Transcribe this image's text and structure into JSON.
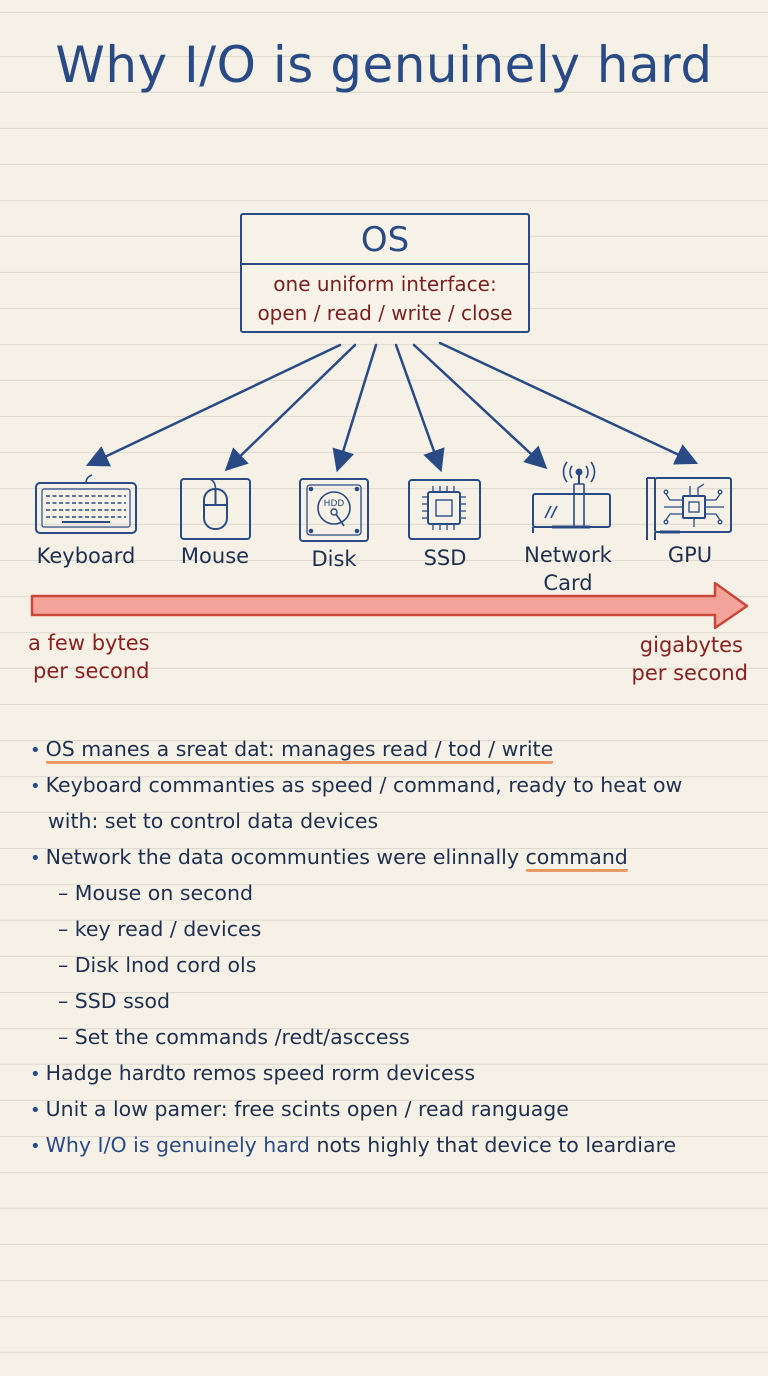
{
  "title": "Why I/O is genuinely hard",
  "os": {
    "label": "OS",
    "interface_line1": "one uniform interface:",
    "interface_line2": "open / read / write / close"
  },
  "devices": [
    {
      "label": "Keyboard",
      "icon": "keyboard-icon"
    },
    {
      "label": "Mouse",
      "icon": "mouse-icon"
    },
    {
      "label": "Disk",
      "icon": "disk-icon"
    },
    {
      "label": "SSD",
      "icon": "ssd-icon"
    },
    {
      "label_line1": "Network",
      "label_line2": "Card",
      "icon": "network-card-icon"
    },
    {
      "label": "GPU",
      "icon": "gpu-icon"
    }
  ],
  "disk_icon_text": "HDD",
  "speed": {
    "low_line1": "a few bytes",
    "low_line2": "per second",
    "high_line1": "gigabytes",
    "high_line2": "per second"
  },
  "notes": [
    {
      "text": "OS manes a sreat dat: manages read / tod / write"
    },
    {
      "text": "Keyboard commanties as speed / command, ready to heat ow"
    },
    {
      "text": "with: set to control data devices"
    },
    {
      "text_a": "Network the data o",
      "text_b": "communties were elinnally ",
      "text_c": "command"
    },
    {
      "text": "– Mouse on second"
    },
    {
      "text": "– key read / devices"
    },
    {
      "text": "– Disk lnod cord ols"
    },
    {
      "text": "– SSD ssod"
    },
    {
      "text": "– Set the commands /redt/ascсess"
    },
    {
      "text": "Hadge hardto remos speed  rorm devicess"
    },
    {
      "text": "Unit a low pamer: free scints open / read ranguage"
    },
    {
      "em": "Why I/O is genuinely hard",
      "text": " nots highly that device to leardiare"
    }
  ],
  "colors": {
    "ink_blue": "#2a4a86",
    "ink_red": "#8a2020",
    "arrow_fill": "#f4a39a",
    "arrow_stroke": "#c8483c",
    "highlight": "#ec9a66",
    "paper": "#f5f1e6"
  }
}
